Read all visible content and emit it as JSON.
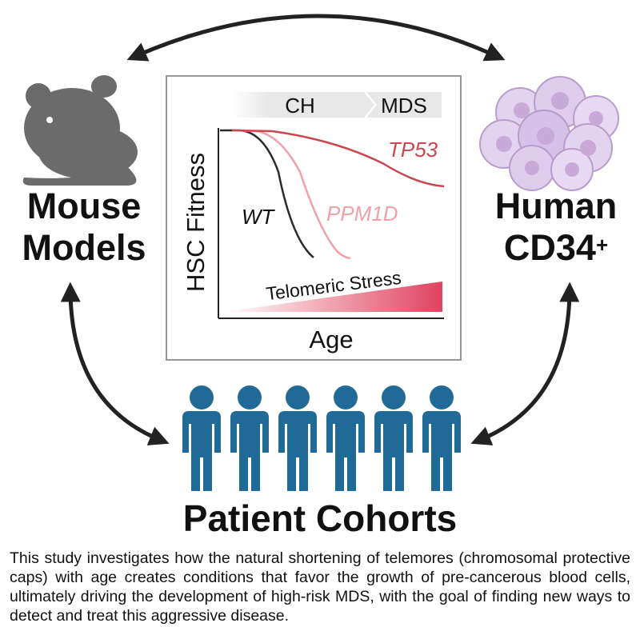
{
  "panels": {
    "mouse": {
      "line1": "Mouse",
      "line2": "Models"
    },
    "human": {
      "line1": "Human",
      "line2": "CD34",
      "superscript": "+"
    },
    "patients": {
      "label": "Patient Cohorts",
      "figure_count": 6
    }
  },
  "plot": {
    "ylabel": "HSC Fitness",
    "xlabel": "Age",
    "stages": [
      "CH",
      "MDS"
    ],
    "gradient_label": "Telomeric Stress",
    "curves": [
      {
        "name": "WT",
        "color": "#2b2b2b"
      },
      {
        "name": "PPM1D",
        "color": "#f2a0a8"
      },
      {
        "name": "TP53",
        "color": "#c9474f"
      }
    ]
  },
  "caption": "This study investigates how the natural shortening of telemores (chromosomal protective caps) with age creates conditions that favor the growth of pre-cancerous blood cells, ultimately driving the development of high-risk MDS, with the goal of finding new ways to detect and treat this aggressive disease.",
  "colors": {
    "arrows": "#222222",
    "mouse": "#6b6b6b",
    "cells": "#d9c6e8",
    "people": "#1f6a96",
    "stress": "#e0435f"
  }
}
